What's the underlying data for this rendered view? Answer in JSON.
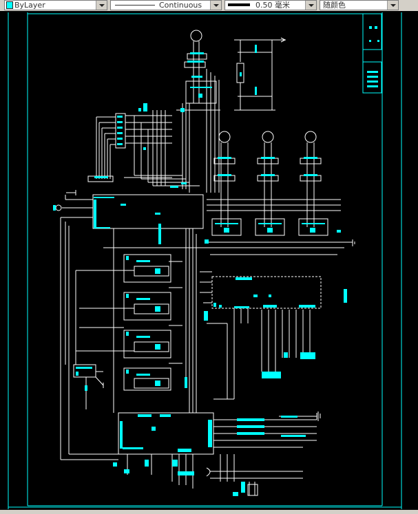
{
  "toolbar": {
    "layer": {
      "label": "ByLayer",
      "swatch_color": "#00ffff"
    },
    "linetype": {
      "label": "Continuous"
    },
    "lineweight": {
      "label": "0.50 毫米"
    },
    "color": {
      "label": "随颜色"
    }
  },
  "drawing": {
    "background": "#000000",
    "border_color": "#00ffff",
    "line_color": "#ffffff",
    "accent_color": "#00ffff"
  }
}
